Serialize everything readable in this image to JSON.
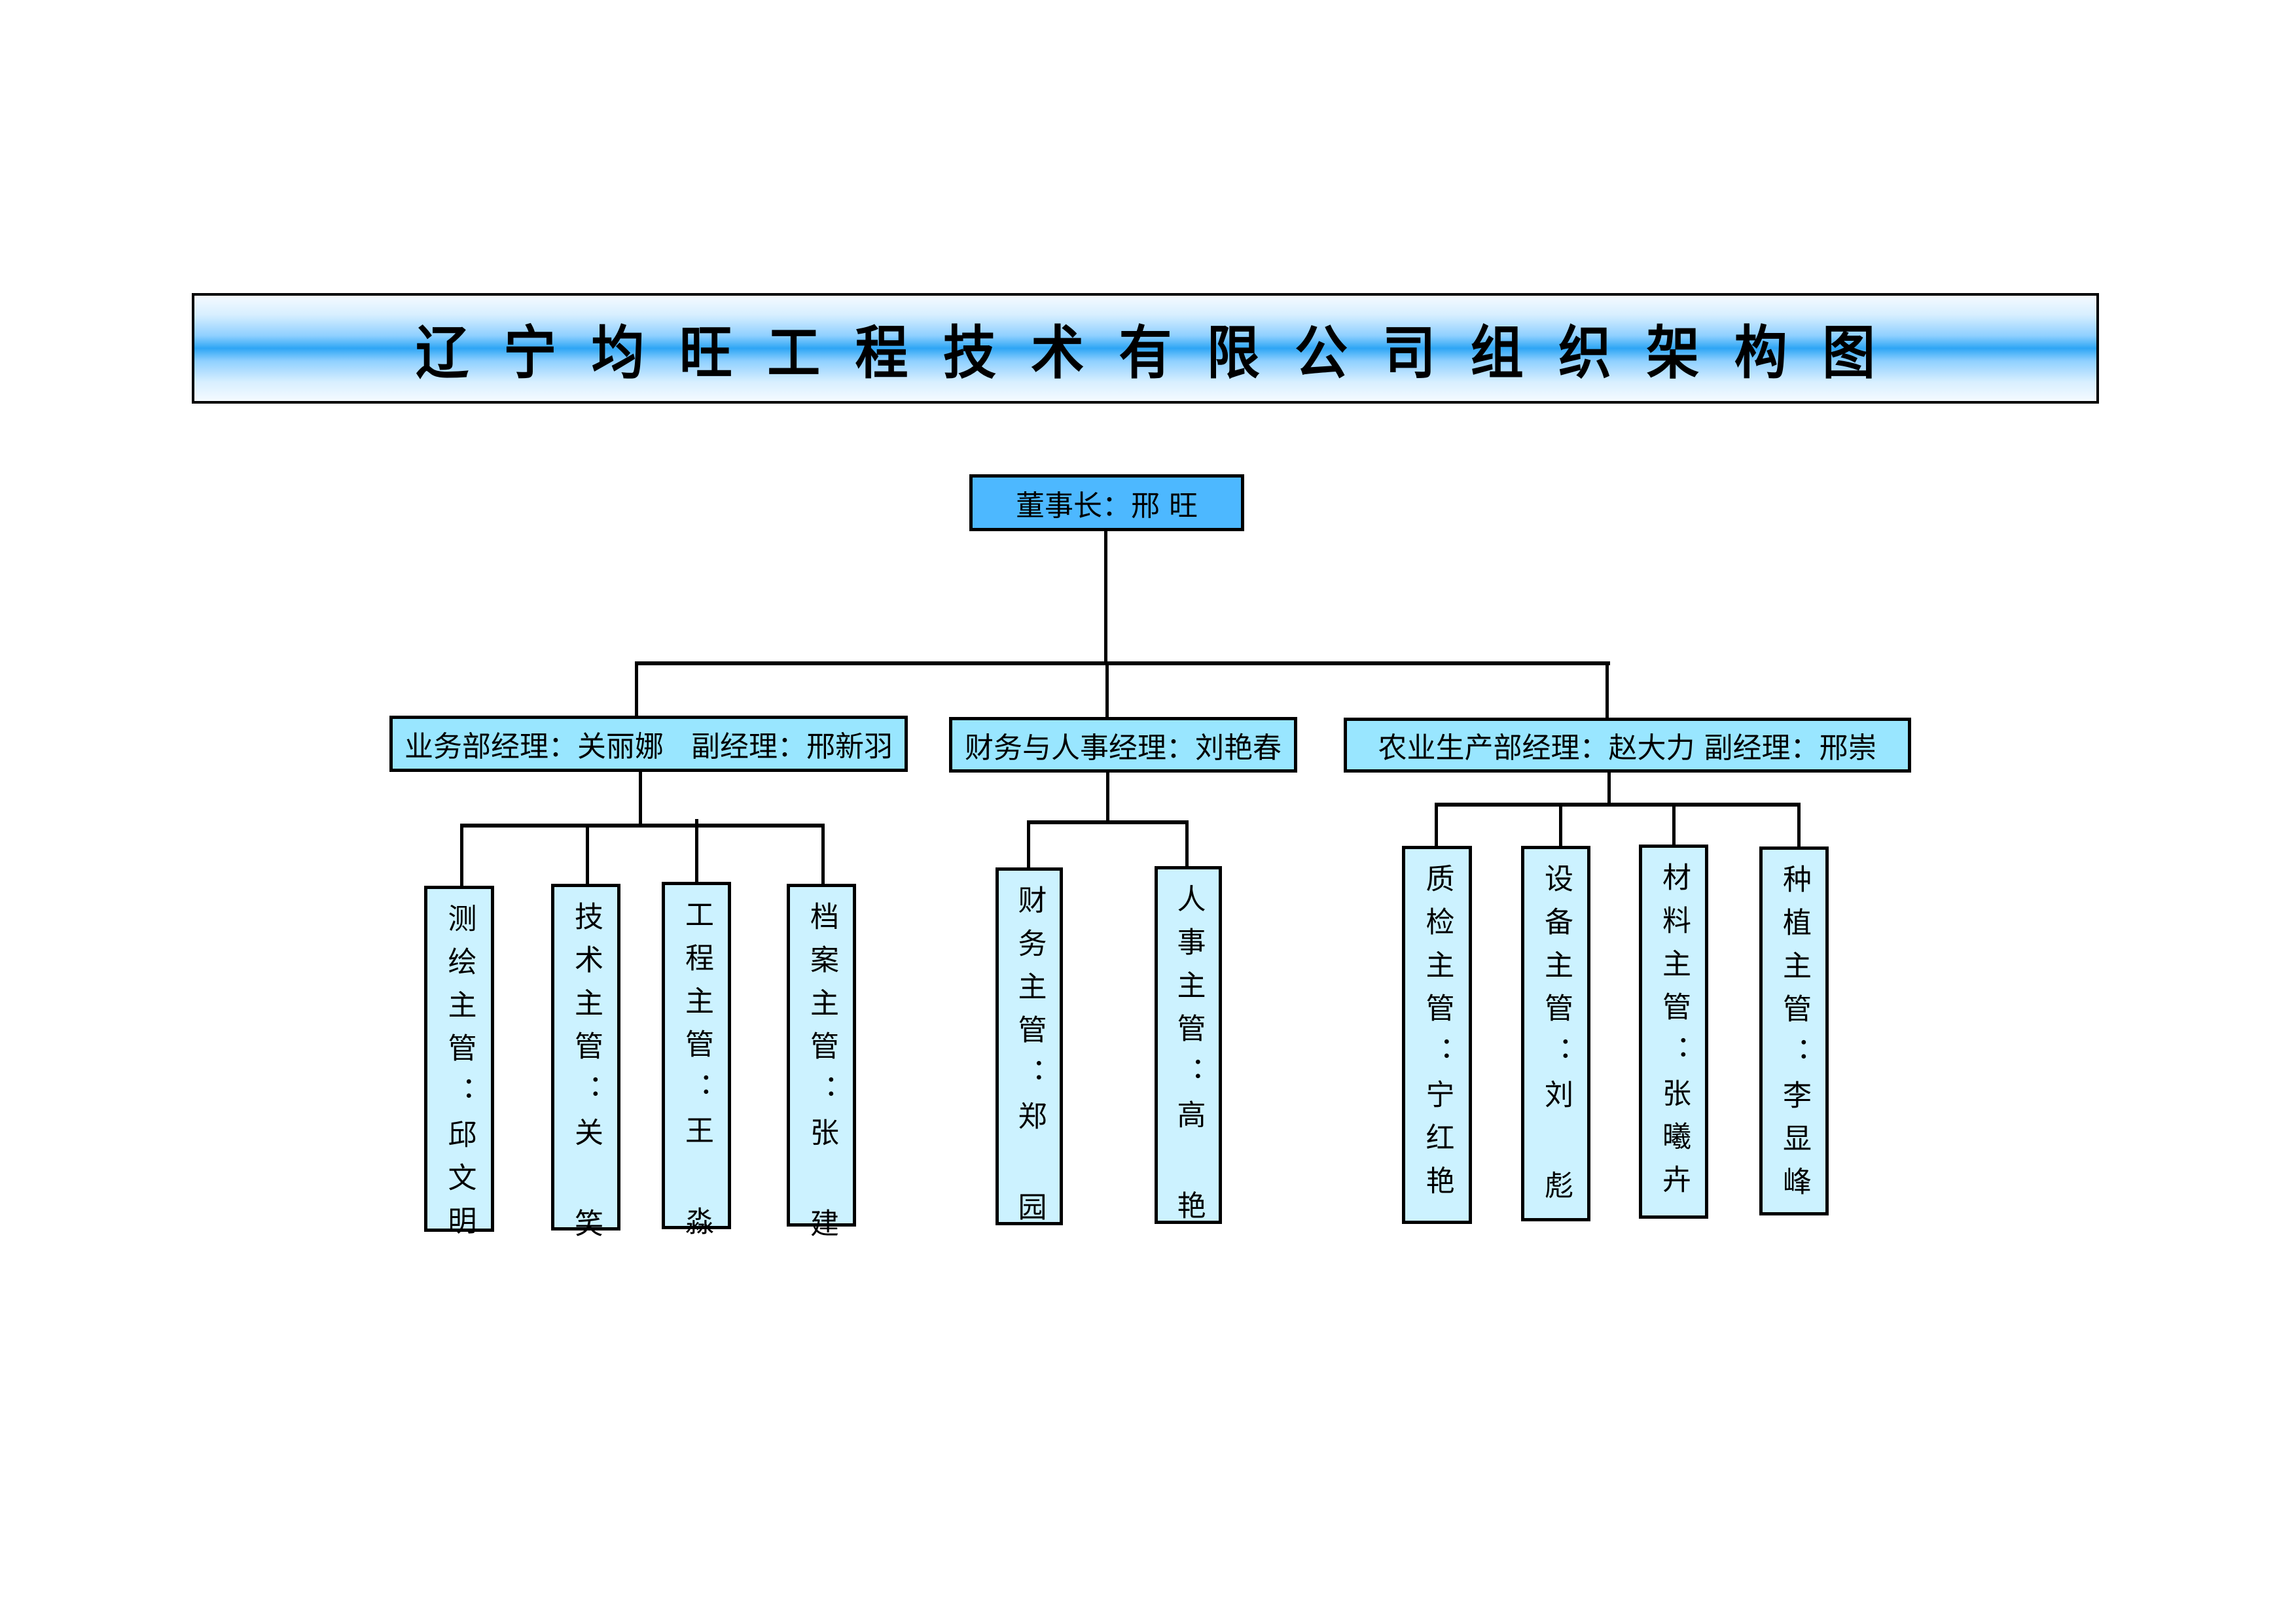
{
  "title": "辽宁均旺工程技术有限公司组织架构图",
  "colors": {
    "chairman_fill": "#4db8ff",
    "department_fill": "#99e6ff",
    "supervisor_fill": "#ccf2ff",
    "title_band": "#2ea6f5",
    "line": "#000000"
  },
  "chairman": {
    "label": "董事长：邢  旺"
  },
  "departments": [
    {
      "label": "业务部经理：关丽娜   副经理：邢新羽",
      "supervisors": [
        {
          "label": "测绘主管：邱文明"
        },
        {
          "label": "技术主管：关 笑"
        },
        {
          "label": "工程主管：王 淼"
        },
        {
          "label": "档案主管：张 建"
        }
      ]
    },
    {
      "label": "财务与人事经理：刘艳春",
      "supervisors": [
        {
          "label": "财务主管：郑 园"
        },
        {
          "label": "人事主管：高 艳"
        }
      ]
    },
    {
      "label": "农业生产部经理：赵大力 副经理：邢崇",
      "supervisors": [
        {
          "label": "质检主管：宁红艳"
        },
        {
          "label": "设备主管：刘 彪"
        },
        {
          "label": "材料主管：张曦卉"
        },
        {
          "label": "种植主管：李显峰"
        }
      ]
    }
  ]
}
